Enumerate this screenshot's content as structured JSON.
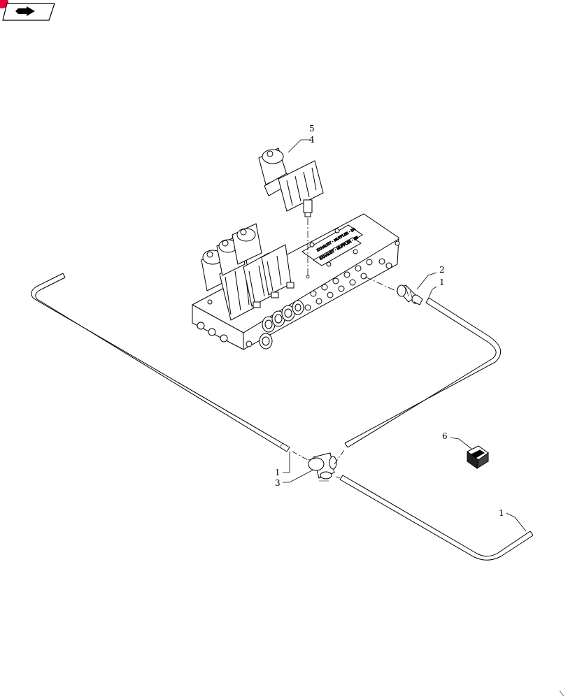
{
  "navigation": {
    "icon": "arrow-right-icon",
    "accent": "#e4003a"
  },
  "callouts": {
    "item_5": "5",
    "item_4": "4",
    "item_2": "2",
    "item_1_right": "1",
    "item_1_left": "1",
    "item_3": "3",
    "item_6": "6",
    "item_1_bottom": "1"
  }
}
